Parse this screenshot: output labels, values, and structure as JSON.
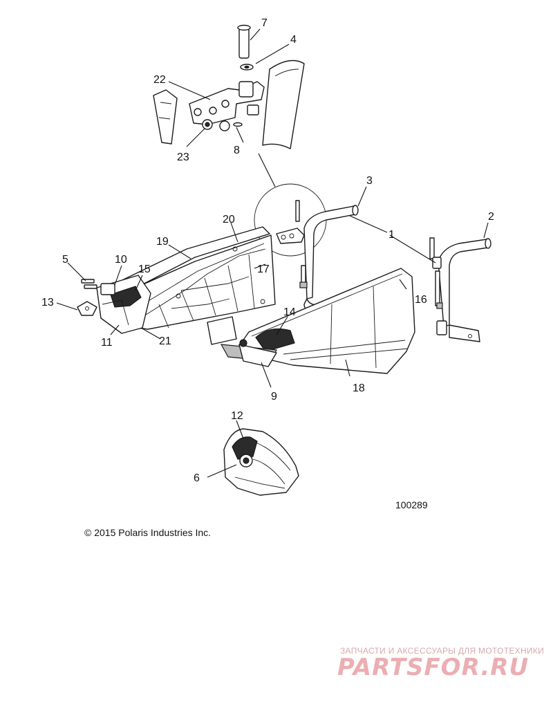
{
  "diagram": {
    "callouts": [
      {
        "id": "1",
        "label": "1"
      },
      {
        "id": "2",
        "label": "2"
      },
      {
        "id": "3",
        "label": "3"
      },
      {
        "id": "4",
        "label": "4"
      },
      {
        "id": "5",
        "label": "5"
      },
      {
        "id": "6",
        "label": "6"
      },
      {
        "id": "7",
        "label": "7"
      },
      {
        "id": "8",
        "label": "8"
      },
      {
        "id": "9",
        "label": "9"
      },
      {
        "id": "10",
        "label": "10"
      },
      {
        "id": "11",
        "label": "11"
      },
      {
        "id": "12",
        "label": "12"
      },
      {
        "id": "13",
        "label": "13"
      },
      {
        "id": "14",
        "label": "14"
      },
      {
        "id": "15",
        "label": "15"
      },
      {
        "id": "16",
        "label": "16"
      },
      {
        "id": "17",
        "label": "17"
      },
      {
        "id": "18",
        "label": "18"
      },
      {
        "id": "19",
        "label": "19"
      },
      {
        "id": "20",
        "label": "20"
      },
      {
        "id": "21",
        "label": "21"
      },
      {
        "id": "22",
        "label": "22"
      },
      {
        "id": "23",
        "label": "23"
      }
    ],
    "reference_number": "100289",
    "copyright": "© 2015 Polaris Industries Inc."
  },
  "watermark": {
    "tagline": "ЗАПЧАСТИ И АКСЕССУАРЫ ДЛЯ МОТОТЕХНИКИ",
    "logo": "PARTSFOR.RU",
    "color": "#e8a0a6"
  }
}
